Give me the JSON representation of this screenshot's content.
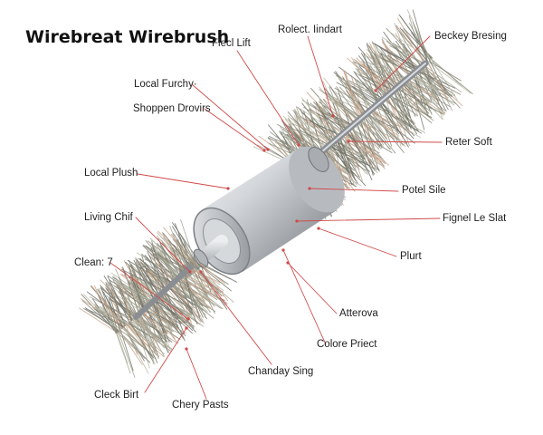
{
  "title": "Wirebreat Wirebrush",
  "labels": {
    "flecl_lift": "Flecl Lift",
    "rolect_iindart": "Rolect. Iindart",
    "beckey_bresing": "Beckey Bresing",
    "local_furchy": "Local Furchy·",
    "shoppen_drovirs": "Shoppen Drovirs",
    "reter_soft": "Reter Soft",
    "local_plush": "Local Plush",
    "potel_sile": "Potel Sile",
    "living_chif": "Living Chif",
    "fignel_le_slat": "Fignel Le Slat",
    "plurt": "Plurt",
    "clean_7": "Clean: 7",
    "atterova": "Atterova",
    "colore_priect": "Colore Priect",
    "chanday_sing": "Chanday Sing",
    "cleck_birt": "Cleck Birt",
    "chery_pasts": "Chery Pasts"
  },
  "colors": {
    "leader": "#d04a4a",
    "metal": "#c9ccd0",
    "bristle": "#9a9a8a"
  }
}
